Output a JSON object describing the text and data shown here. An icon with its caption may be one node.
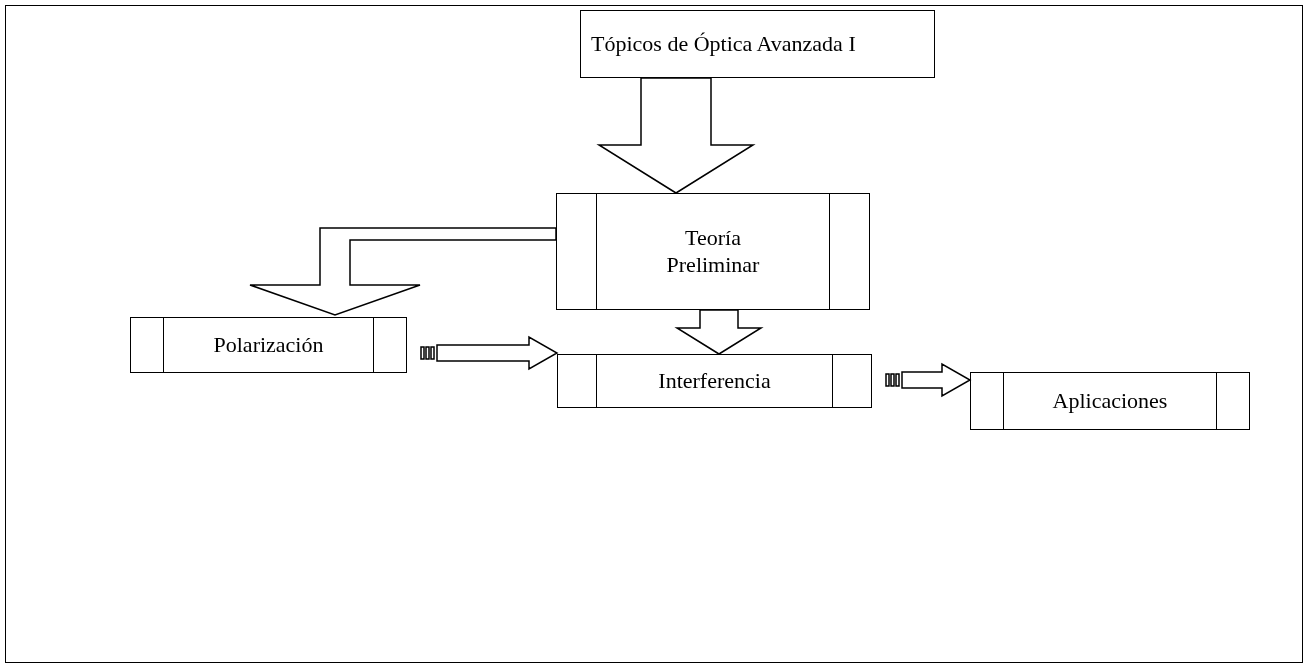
{
  "diagram": {
    "nodes": [
      {
        "text": [
          "Tópicos de Óptica Avanzada I"
        ]
      },
      {
        "text": [
          "Teoría Preliminar"
        ]
      },
      {
        "text": [
          "Polarización"
        ]
      },
      {
        "text": [
          "Interferencia"
        ]
      },
      {
        "text": [
          "Aplicaciones"
        ]
      }
    ],
    "edges": [
      {
        "from": 0,
        "to": 1,
        "arrow": "to"
      },
      {
        "from": 1,
        "to": 2,
        "arrow": "to"
      },
      {
        "from": 1,
        "to": 3,
        "arrow": "to"
      },
      {
        "from": 2,
        "to": 3,
        "arrow": "to"
      },
      {
        "from": 3,
        "to": 4,
        "arrow": "to"
      }
    ]
  }
}
